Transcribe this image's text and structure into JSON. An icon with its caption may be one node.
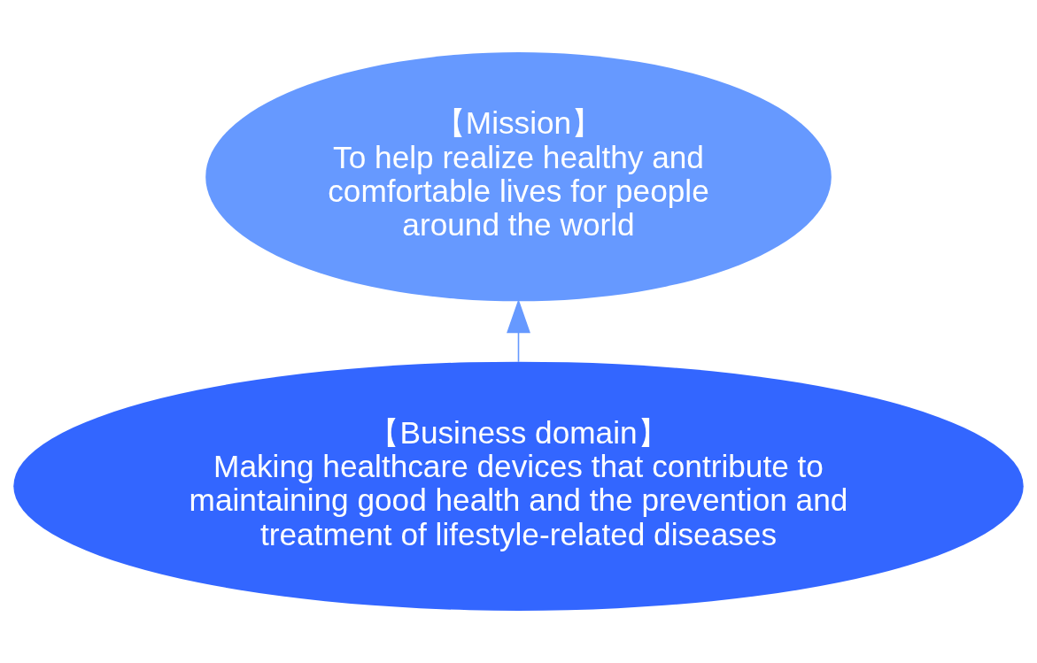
{
  "diagram": {
    "nodes": [
      {
        "text": [
          "【Mission】",
          "To help realize healthy and comfortable lives for people around the world"
        ]
      },
      {
        "text": [
          "【Business domain】",
          "Making healthcare devices that contribute to maintaining good health and the prevention and treatment of lifestyle-related diseases"
        ]
      }
    ],
    "edges": [
      {
        "from": 1,
        "to": 0,
        "arrow": "to"
      }
    ]
  }
}
